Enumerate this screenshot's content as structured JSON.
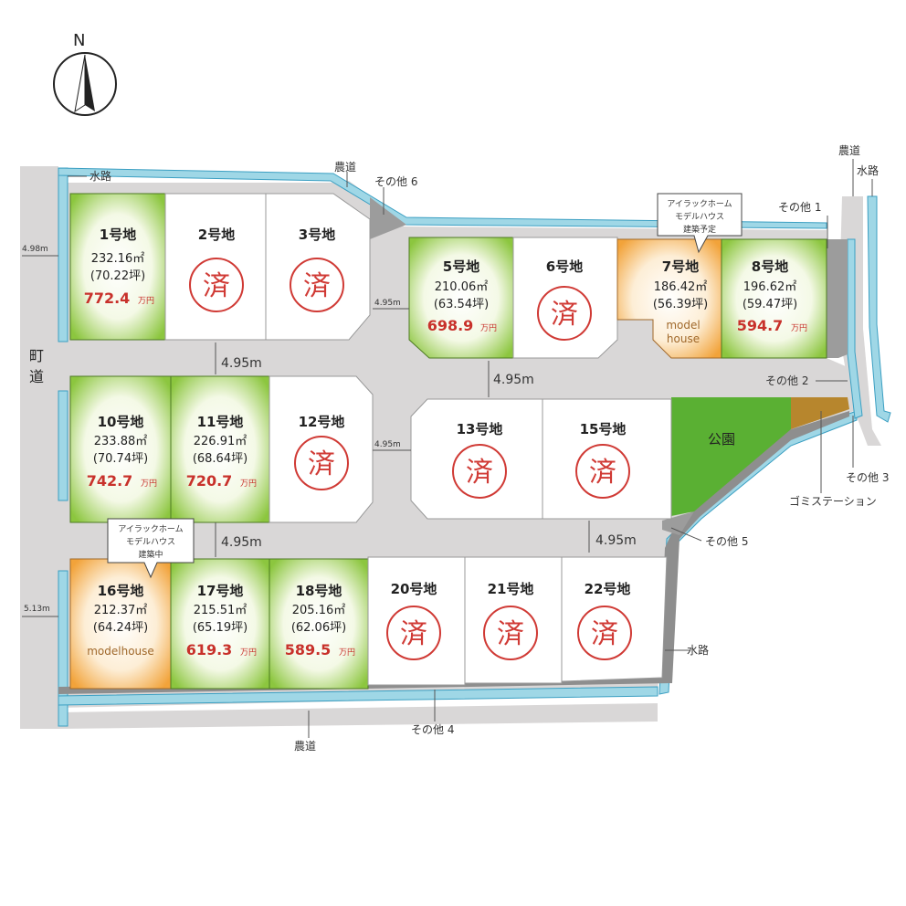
{
  "compass": {
    "letter": "N"
  },
  "streets": {
    "town_road": [
      "町",
      "道"
    ],
    "canal_top_left": "水路",
    "farm_road_top": "農道",
    "farm_road_right": "農道",
    "canal_right_top": "水路",
    "canal_right_bottom": "水路",
    "farm_road_bottom": "農道",
    "width_top_left": "4.98m",
    "width_bottom_left": "5.13m",
    "road_mid_1": "4.95m",
    "road_mid_2": "4.95m",
    "road_mid_3": "4.95m",
    "road_small_1": "4.95m",
    "road_small_2": "4.95m",
    "road_small_3": "4.95m"
  },
  "others": {
    "other1": "その他 1",
    "other2": "その他 2",
    "other3": "その他 3",
    "other4": "その他 4",
    "other5": "その他 5",
    "other6": "その他 6",
    "garbage": "ゴミステーション",
    "park": "公園"
  },
  "callouts": {
    "c7": [
      "アイラックホーム",
      "モデルハウス",
      "建築予定"
    ],
    "c16": [
      "アイラックホーム",
      "モデルハウス",
      "建築中"
    ]
  },
  "sold_mark": "済",
  "man_unit": "万円",
  "plots": {
    "p1": {
      "title": "1号地",
      "area": "232.16㎡",
      "tsubo": "(70.22坪)",
      "price": "772.4"
    },
    "p2": {
      "title": "2号地"
    },
    "p3": {
      "title": "3号地"
    },
    "p5": {
      "title": "5号地",
      "area": "210.06㎡",
      "tsubo": "(63.54坪)",
      "price": "698.9"
    },
    "p6": {
      "title": "6号地"
    },
    "p7": {
      "title": "7号地",
      "area": "186.42㎡",
      "tsubo": "(56.39坪)",
      "note1": "model",
      "note2": "house"
    },
    "p8": {
      "title": "8号地",
      "area": "196.62㎡",
      "tsubo": "(59.47坪)",
      "price": "594.7"
    },
    "p10": {
      "title": "10号地",
      "area": "233.88㎡",
      "tsubo": "(70.74坪)",
      "price": "742.7"
    },
    "p11": {
      "title": "11号地",
      "area": "226.91㎡",
      "tsubo": "(68.64坪)",
      "price": "720.7"
    },
    "p12": {
      "title": "12号地"
    },
    "p13": {
      "title": "13号地"
    },
    "p15": {
      "title": "15号地"
    },
    "p16": {
      "title": "16号地",
      "area": "212.37㎡",
      "tsubo": "(64.24坪)",
      "note": "modelhouse"
    },
    "p17": {
      "title": "17号地",
      "area": "215.51㎡",
      "tsubo": "(65.19坪)",
      "price": "619.3"
    },
    "p18": {
      "title": "18号地",
      "area": "205.16㎡",
      "tsubo": "(62.06坪)",
      "price": "589.5"
    },
    "p20": {
      "title": "20号地"
    },
    "p21": {
      "title": "21号地"
    },
    "p22": {
      "title": "22号地"
    }
  },
  "colors": {
    "road": "#d9d7d7",
    "canal": "#9fd7e6",
    "available_green": "#8cc63f",
    "model_orange": "#f2a33a",
    "park": "#5ab033",
    "garbage": "#b7862d",
    "other_gray": "#9c9c9c",
    "sold_red": "#d03a35"
  }
}
